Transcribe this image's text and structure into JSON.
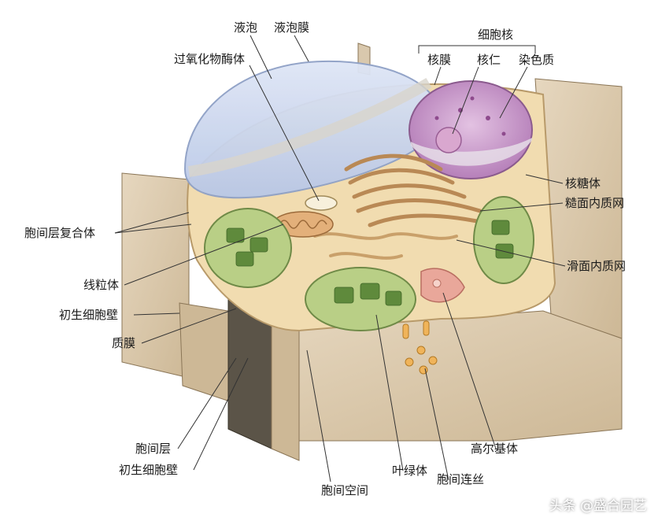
{
  "labels": {
    "vacuole": "液泡",
    "tonoplast": "液泡膜",
    "peroxisome": "过氧化物酶体",
    "nucleus": "细胞核",
    "nuclear_envelope": "核膜",
    "nucleolus": "核仁",
    "chromatin": "染色质",
    "ribosome": "核糖体",
    "rough_er": "糙面内质网",
    "smooth_er": "滑面内质网",
    "middle_lamella_complex": "胞间层复合体",
    "mitochondrion": "线粒体",
    "primary_wall_left": "初生细胞壁",
    "plasma_membrane": "质膜",
    "middle_lamella": "胞间层",
    "primary_wall_bottom": "初生细胞壁",
    "intercellular_space": "胞间空间",
    "chloroplast": "叶绿体",
    "plasmodesmata": "胞间连丝",
    "golgi": "高尔基体"
  },
  "watermark": "头条 @盛合园艺",
  "colors": {
    "wall": "#d9c8ad",
    "wall_dark": "#a8926f",
    "cytoplasm": "#f1dcb0",
    "vacuole": "#c9d5ee",
    "chloroplast": "#b9cf86",
    "thylakoid": "#5f8a3c",
    "nucleus": "#c48fc6",
    "er": "#c9a06a",
    "golgi": "#e9a79a"
  }
}
